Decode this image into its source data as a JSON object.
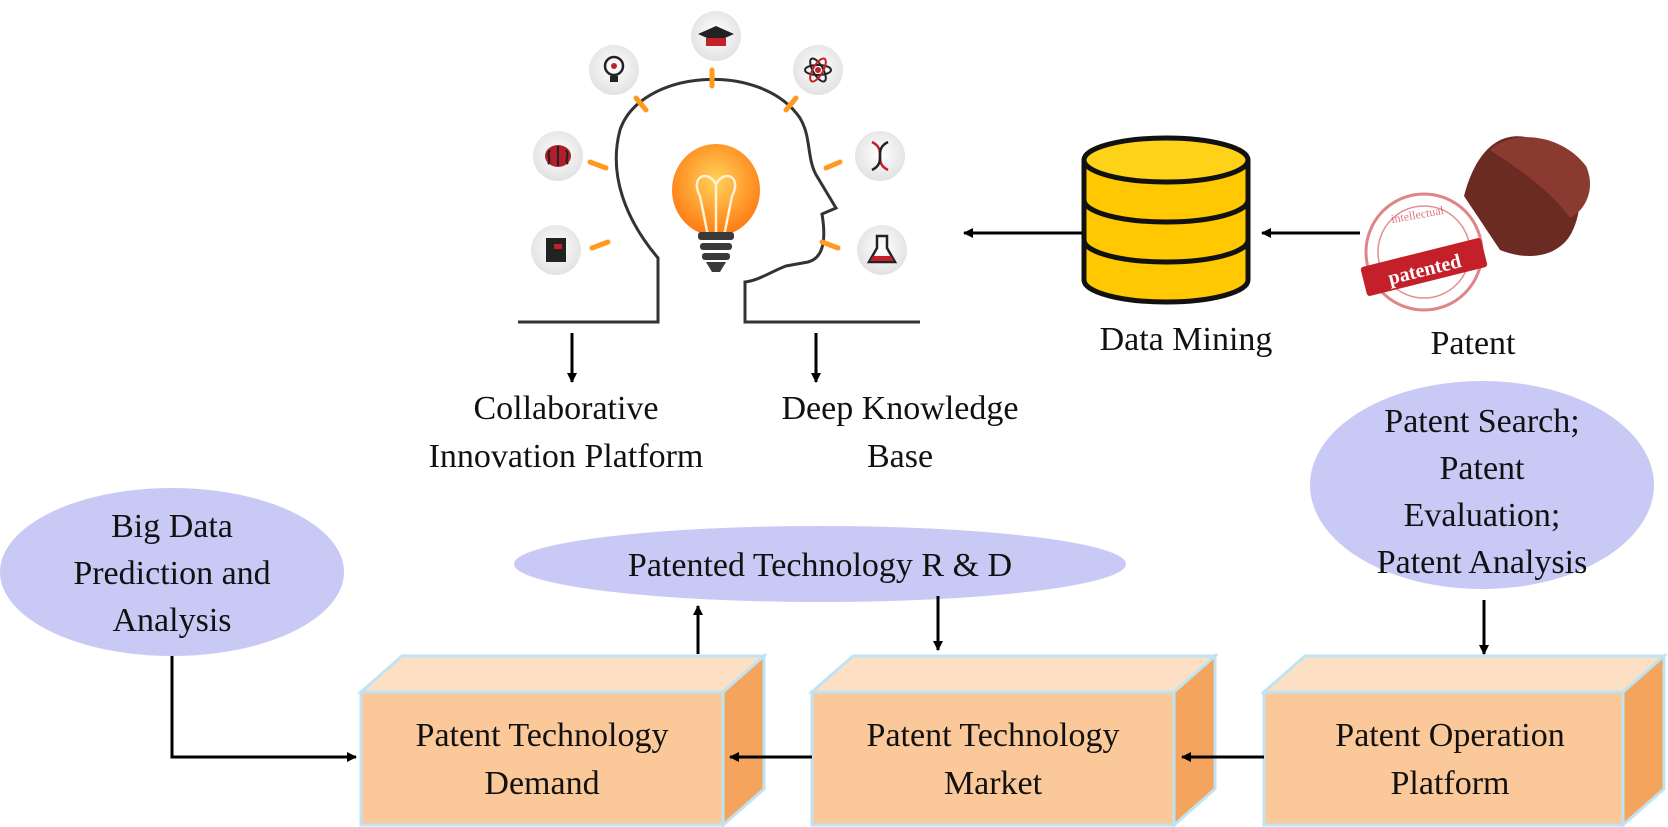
{
  "labels": {
    "data_mining": "Data Mining",
    "patent": "Patent",
    "collab_line1": "Collaborative",
    "collab_line2": "Innovation Platform",
    "deep_line1": "Deep Knowledge",
    "deep_line2": "Base"
  },
  "ellipses": {
    "big_data": [
      "Big Data",
      "Prediction and",
      "Analysis"
    ],
    "rd": "Patented Technology R & D",
    "search": [
      "Patent Search;",
      "Patent",
      "Evaluation;",
      "Patent Analysis"
    ]
  },
  "boxes": {
    "demand": [
      "Patent Technology",
      "Demand"
    ],
    "market": [
      "Patent Technology",
      "Market"
    ],
    "operation": [
      "Patent Operation",
      "Platform"
    ]
  },
  "stamp": {
    "text": "patented",
    "ring_text": "intellectual"
  },
  "colors": {
    "ellipse_fill": "#c9c9f5",
    "box_front": "#fbc899",
    "box_top": "#fde0c4",
    "box_side": "#f5a45e",
    "box_edge": "#bfe3f3",
    "db_fill": "#ffc800",
    "bulb": "#ff9a1f",
    "stamp_red": "#c4202a"
  },
  "icons": [
    "graduation-cap-icon",
    "lightbulb-icon",
    "atom-icon",
    "brain-icon",
    "dna-icon",
    "book-icon",
    "flask-icon",
    "head-bulb-icon",
    "database-icon",
    "stamp-icon"
  ]
}
